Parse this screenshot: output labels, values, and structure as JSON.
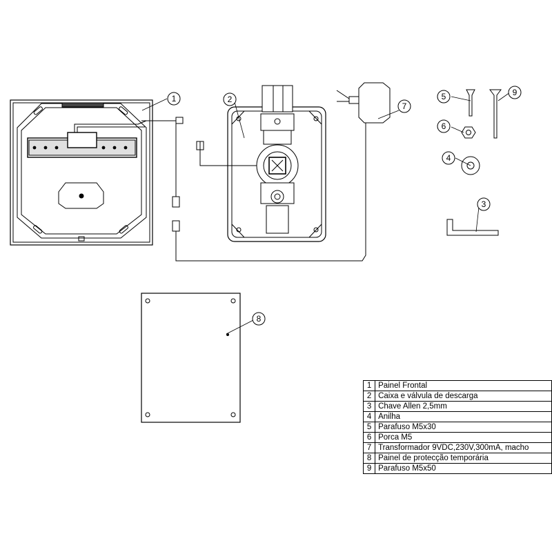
{
  "callouts": [
    "1",
    "2",
    "3",
    "4",
    "5",
    "6",
    "7",
    "8",
    "9"
  ],
  "parts_table": {
    "rows": [
      {
        "number": "1",
        "description": "Painel Frontal"
      },
      {
        "number": "2",
        "description": "Caixa e válvula de descarga"
      },
      {
        "number": "3",
        "description": "Chave Allen 2,5mm"
      },
      {
        "number": "4",
        "description": "Anilha"
      },
      {
        "number": "5",
        "description": "Parafuso M5x30"
      },
      {
        "number": "6",
        "description": "Porca M5"
      },
      {
        "number": "7",
        "description": "Transformador 9VDC,230V,300mA, macho"
      },
      {
        "number": "8",
        "description": "Painel de protecção temporária"
      },
      {
        "number": "9",
        "description": "Parafuso M5x50"
      }
    ]
  }
}
